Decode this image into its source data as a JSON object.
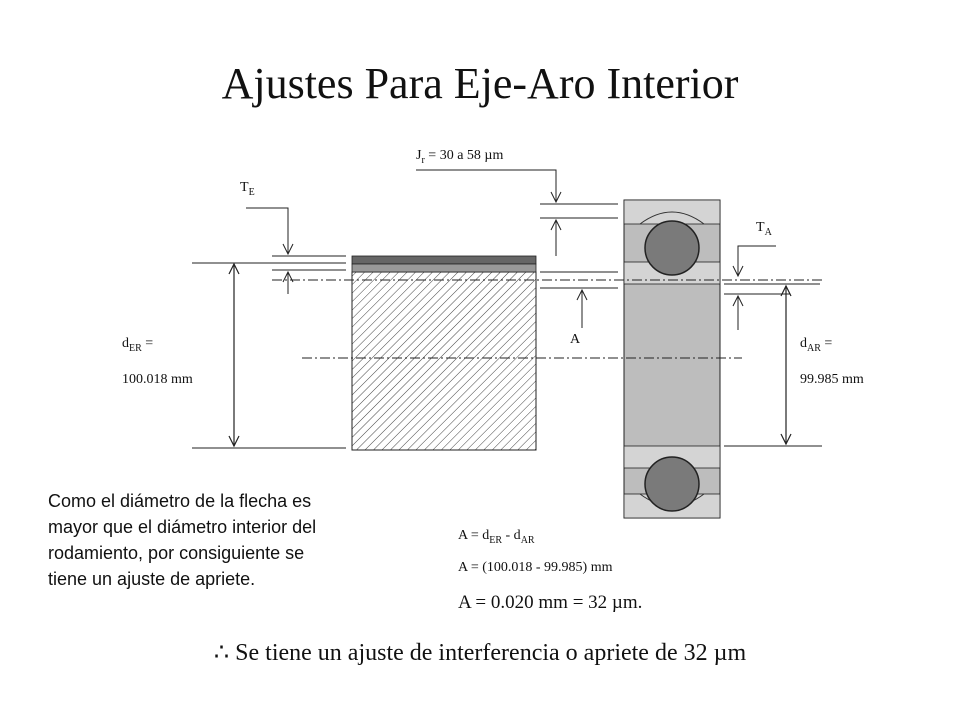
{
  "title": "Ajustes Para Eje-Aro Interior",
  "labels": {
    "jr_main": "J",
    "jr_sub": "r",
    "jr_value": " = 30 a 58 µm",
    "te_main": "T",
    "te_sub": "E",
    "ta_main": "T",
    "ta_sub": "A",
    "a_label": "A",
    "der_main": "d",
    "der_sub": "ER",
    "der_eq": " =",
    "der_value": "100.018 mm",
    "dar_main": "d",
    "dar_sub": "AR",
    "dar_eq": " =",
    "dar_value": "99.985  mm"
  },
  "explanation": "Como el diámetro de la flecha es mayor que el diámetro interior del rodamiento, por consiguiente se tiene un ajuste de apriete.",
  "equations": {
    "eq1_a": "A  = d",
    "eq1_sub1": "ER",
    "eq1_b": "  -  d",
    "eq1_sub2": "AR",
    "eq2": "A  = (100.018  -  99.985) mm",
    "eq3": "A  = 0.020 mm  =  32 µm."
  },
  "conclusion": "∴  Se tiene un ajuste de interferencia o apriete de 32  µm"
}
